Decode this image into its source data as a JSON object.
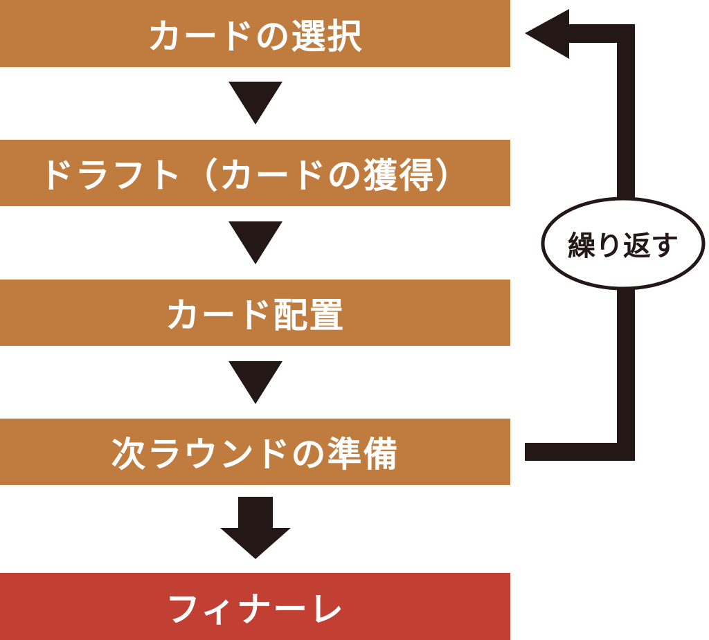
{
  "steps": [
    {
      "label": "カードの選択"
    },
    {
      "label": "ドラフト（カードの獲得）"
    },
    {
      "label": "カード配置"
    },
    {
      "label": "次ラウンドの準備"
    }
  ],
  "final": {
    "label": "フィナーレ"
  },
  "loop": {
    "label": "繰り返す"
  },
  "colors": {
    "step": "#C07C3F",
    "final": "#C13F33",
    "arrow": "#231815"
  }
}
